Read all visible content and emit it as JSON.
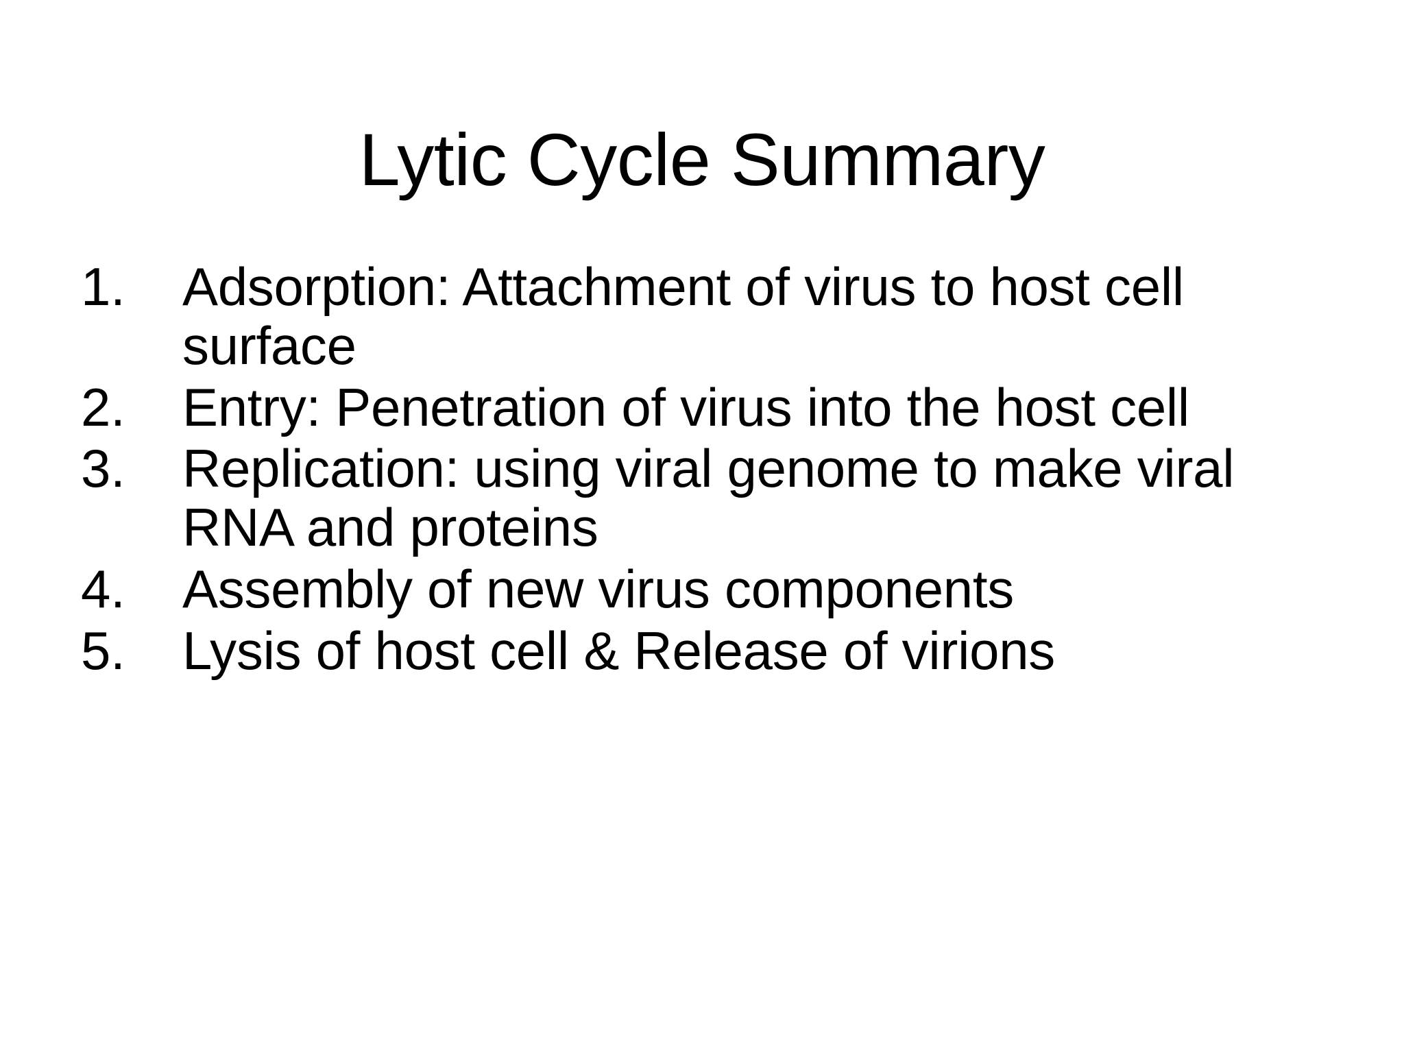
{
  "slide": {
    "title": "Lytic Cycle Summary",
    "background_color": "#ffffff",
    "text_color": "#000000",
    "items": [
      {
        "number": "1.",
        "text": "Adsorption: Attachment of virus to host cell surface"
      },
      {
        "number": "2.",
        "text": "Entry: Penetration of virus into the host cell"
      },
      {
        "number": "3.",
        "text": "Replication: using viral genome to make viral RNA and proteins"
      },
      {
        "number": "4.",
        "text": "Assembly of new virus components"
      },
      {
        "number": "5.",
        "text": "Lysis of host cell & Release of virions"
      }
    ]
  }
}
